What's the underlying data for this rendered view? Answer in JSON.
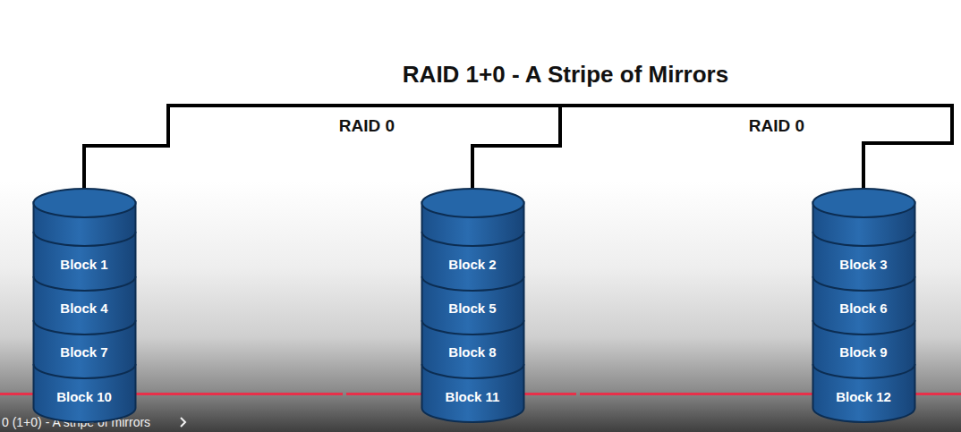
{
  "diagram": {
    "title": "RAID 1+0 - A Stripe of Mirrors",
    "nodes": [
      {
        "text": [
          "Block 1",
          "Block 4",
          "Block 7",
          "Block 10"
        ]
      },
      {
        "text": [
          "Block 2",
          "Block 5",
          "Block 8",
          "Block 11"
        ]
      },
      {
        "text": [
          "Block 3",
          "Block 6",
          "Block 9",
          "Block 12"
        ]
      }
    ],
    "labels": [
      "RAID 0",
      "RAID 0",
      "0 (1+0) - A stripe of mirrors"
    ]
  }
}
